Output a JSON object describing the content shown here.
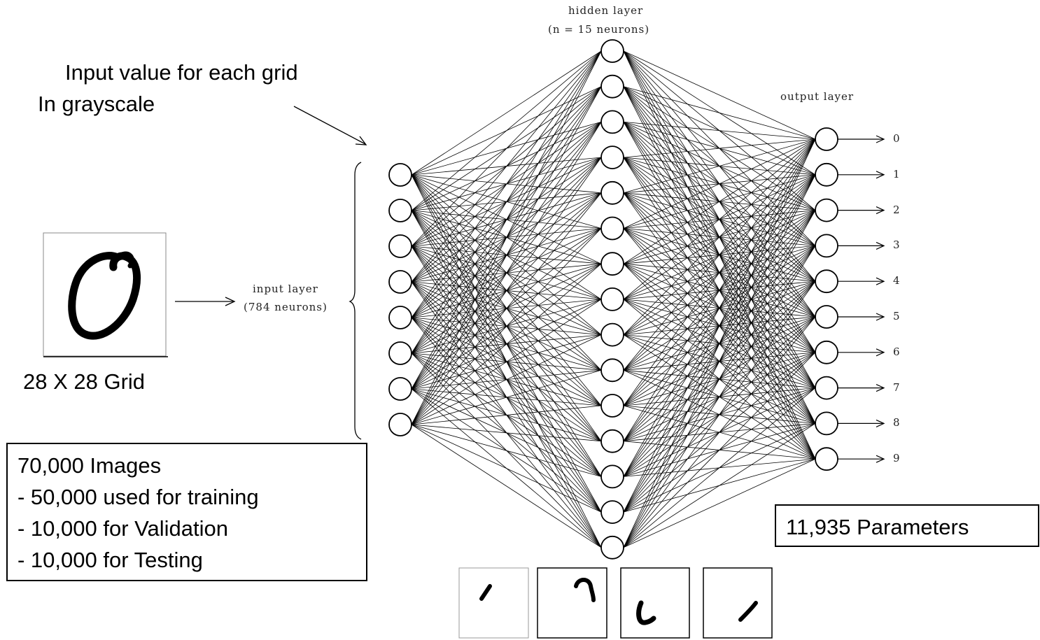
{
  "annotations": {
    "input_value_line1": "Input value for each grid",
    "input_value_line2": "In grayscale",
    "grid_caption": "28 X 28 Grid"
  },
  "labels": {
    "hidden_layer_title": "hidden layer",
    "hidden_layer_count": "(n = 15 neurons)",
    "input_layer_title": "input layer",
    "input_layer_count": "(784 neurons)",
    "output_layer_title": "output layer"
  },
  "dataset_box": {
    "lines": [
      "70,000 Images",
      "- 50,000 used for training",
      "- 10,000 for Validation",
      "- 10,000 for Testing"
    ]
  },
  "params_box": {
    "text": "11,935 Parameters"
  },
  "network": {
    "input_nodes_drawn": 8,
    "hidden_nodes_drawn": 15,
    "output_labels": [
      "0",
      "1",
      "2",
      "3",
      "4",
      "5",
      "6",
      "7",
      "8",
      "9"
    ]
  },
  "thumbnails": [
    {
      "name": "digit-thumbnail-stroke"
    },
    {
      "name": "digit-thumbnail-hook"
    },
    {
      "name": "digit-thumbnail-curve"
    },
    {
      "name": "digit-thumbnail-slash"
    }
  ]
}
